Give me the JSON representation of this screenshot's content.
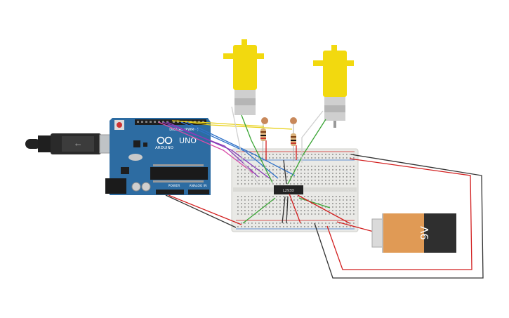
{
  "arduino": {
    "brand": "ARDUINO",
    "model": "UNO",
    "digital_label": "DIGITAL (PWM~)",
    "power_label": "POWER",
    "analog_label": "ANALOG IN"
  },
  "driver_ic": {
    "label": "L293D"
  },
  "battery": {
    "label": "9V"
  },
  "colors": {
    "board": "#2d6ca2",
    "breadboard": "#e9e9e6",
    "motor_body": "#f2d90f",
    "battery_body": "#e09a55",
    "battery_top": "#2f2f2f",
    "wire_red": "#d21f1f",
    "wire_black": "#333333",
    "wire_green": "#3aa535",
    "wire_yellow": "#e8d11a",
    "wire_purple": "#8a3db8",
    "wire_blue": "#2f72c9",
    "wire_pink": "#d94ca8"
  },
  "components": {
    "motors": 2,
    "photoresistors": 2,
    "usb_plug": "usb-b-plug-icon"
  }
}
